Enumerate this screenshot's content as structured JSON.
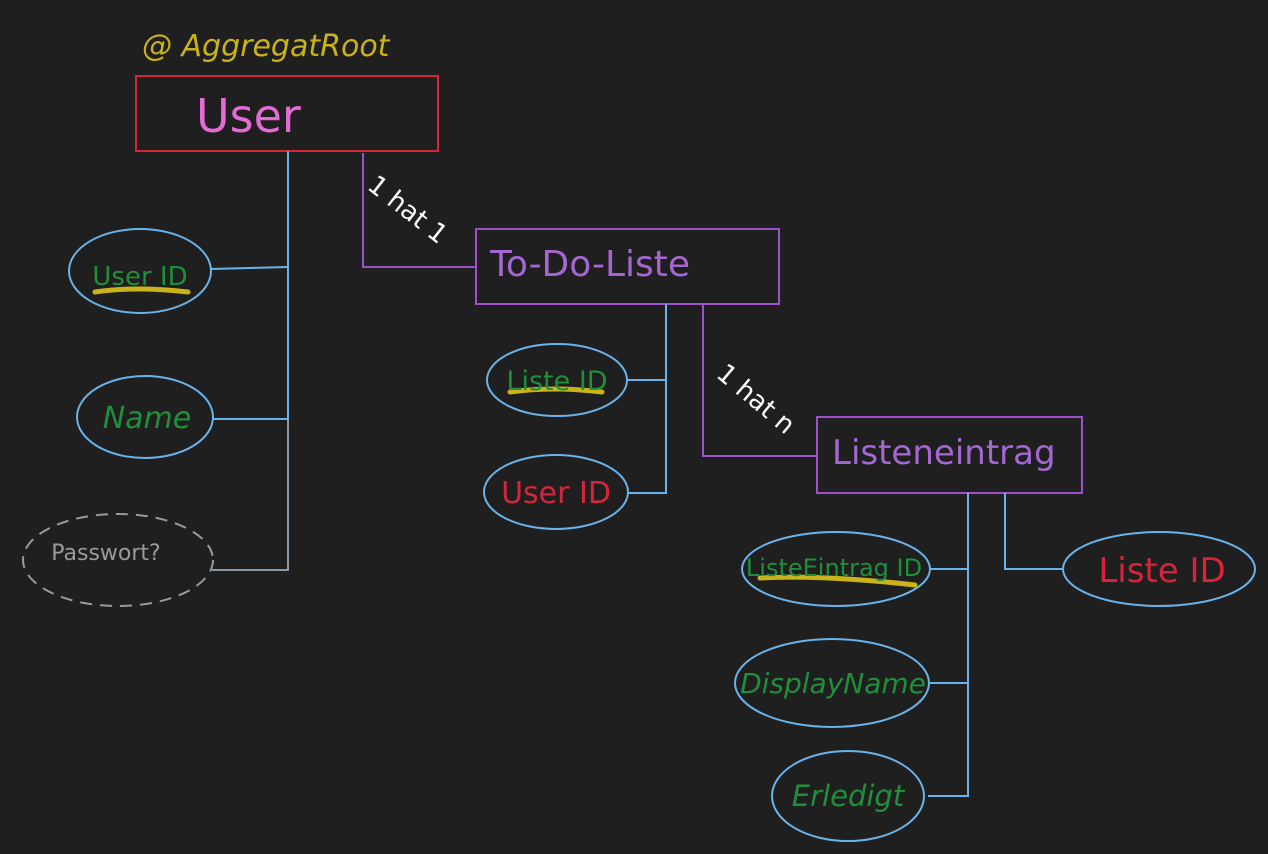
{
  "annotation": {
    "text": "@ AggregatRoot",
    "color": "#c9b21a"
  },
  "entities": {
    "user": {
      "label": "User",
      "border": "#d6253a",
      "text": "#e46ad6"
    },
    "todo": {
      "label": "To-Do-Liste",
      "border": "#9b52c9",
      "text": "#a466d2"
    },
    "entry": {
      "label": "Listeneintrag",
      "border": "#9b52c9",
      "text": "#a466d2"
    }
  },
  "relations": {
    "user_todo": "1 hat 1",
    "todo_entry": "1 hat n"
  },
  "attributes": {
    "user_id": {
      "text": "User ID",
      "color": "#1f8f3a",
      "key": true
    },
    "name": {
      "text": "Name",
      "color": "#1f8f3a",
      "key": false
    },
    "passwort": {
      "text": "Passwort?",
      "color": "#9a9a9a",
      "key": false,
      "tentative": true
    },
    "liste_id": {
      "text": "Liste ID",
      "color": "#1f8f3a",
      "key": true
    },
    "liste_user_id": {
      "text": "User ID",
      "color": "#d6253a",
      "key": false
    },
    "eintrag_id": {
      "text": "ListeEintrag ID",
      "color": "#1f8f3a",
      "key": true
    },
    "eintrag_liste_id": {
      "text": "Liste ID",
      "color": "#d6253a",
      "key": false
    },
    "display_name": {
      "text": "DisplayName",
      "color": "#1f8f3a",
      "key": false
    },
    "erledigt": {
      "text": "Erledigt",
      "color": "#1f8f3a",
      "key": false
    }
  },
  "colors": {
    "background": "#1f1f1f",
    "attribute_outline": "#6ab3ea",
    "connector": "#6ab3ea",
    "relation_line": "#9b52c9",
    "relation_text": "#ffffff",
    "key_underline": "#c9b21a"
  }
}
